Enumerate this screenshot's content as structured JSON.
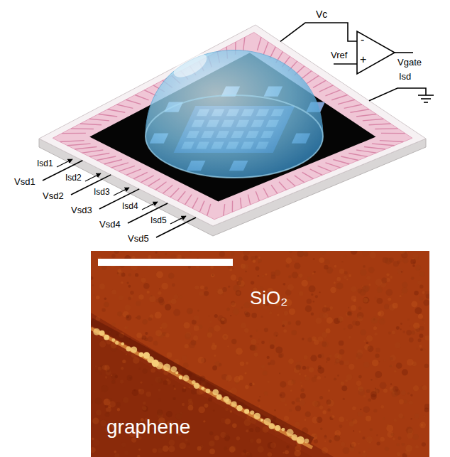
{
  "diagram": {
    "labels": [
      "Vc",
      "Vref",
      "-",
      "+",
      "Vgate",
      "Isd",
      "Isd1",
      "Vsd1",
      "Isd2",
      "Vsd2",
      "Isd3",
      "Vsd3",
      "Isd4",
      "Vsd4",
      "Isd5",
      "Vsd5",
      "SiO₂",
      "graphene"
    ]
  }
}
